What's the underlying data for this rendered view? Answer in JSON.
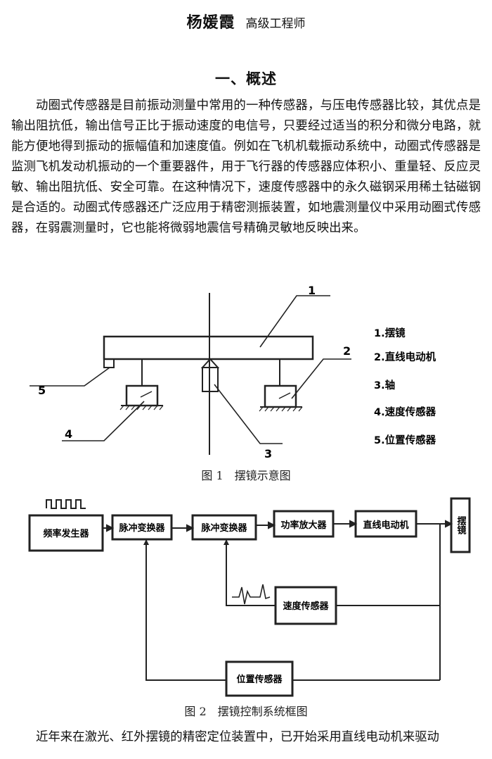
{
  "header": {
    "name": "杨媛霞",
    "title": "高级工程师"
  },
  "section": {
    "title": "一、概述"
  },
  "paragraph1": "动圈式传感器是目前振动测量中常用的一种传感器，与压电传感器比较，其优点是输出阻抗低，输出信号正比于振动速度的电信号，只要经过适当的积分和微分电路，就能方便地得到振动的振幅值和加速度值。例如在飞机机载振动系统中，动圈式传感器是监测飞机发动机振动的一个重要器件，用于飞行器的传感器应体积小、重量轻、反应灵敏、输出阻抗低、安全可靠。在这种情况下，速度传感器中的永久磁钢采用稀土钴磁钢是合适的。动圈式传感器还广泛应用于精密测振装置，如地震测量仪中采用动圈式传感器，在弱震测量时，它也能将微弱地震信号精确灵敏地反映出来。",
  "figure1": {
    "caption": "图 1　摆镜示意图",
    "callouts": [
      "1",
      "2",
      "3",
      "4",
      "5"
    ],
    "legend": [
      "1.摆镜",
      "2.直线电动机",
      "3.轴",
      "4.速度传感器",
      "5.位置传感器"
    ]
  },
  "figure2": {
    "caption": "图 2　摆镜控制系统框图",
    "blocks": {
      "generator": "频率发生器",
      "converter1": "脉冲变换器",
      "converter2": "脉冲变换器",
      "amplifier": "功率放大器",
      "motor": "直线电动机",
      "mirror": "摆镜",
      "speed_sensor": "速度传感器",
      "position_sensor": "位置传感器"
    }
  },
  "paragraph2": "近年来在激光、红外摆镜的精密定位装置中，已开始采用直线电动机来驱动"
}
